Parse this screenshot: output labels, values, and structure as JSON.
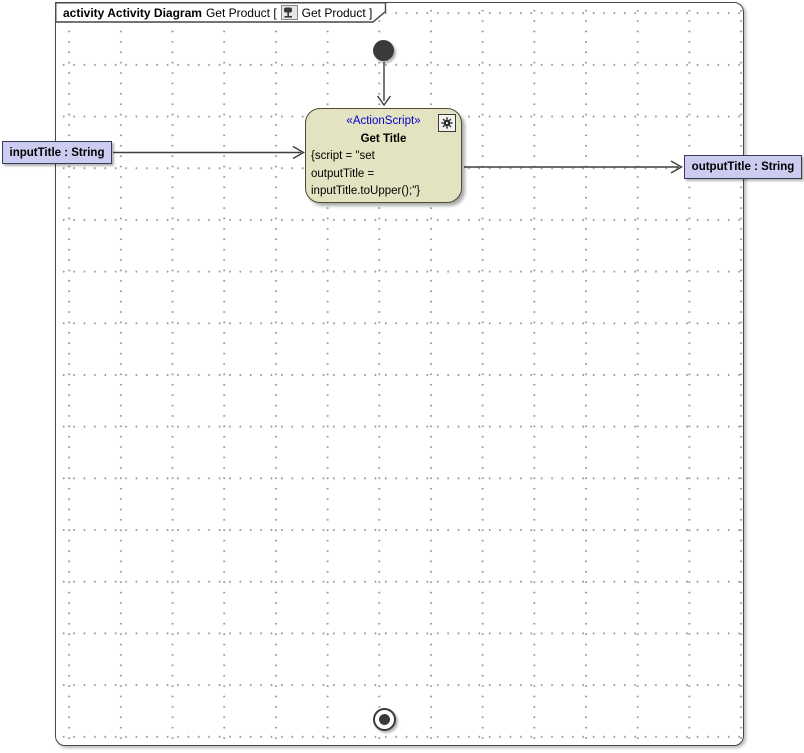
{
  "tab": {
    "bold_label": "activity Activity Diagram",
    "context_label": "Get Product [",
    "diagram_label": "Get Product ]"
  },
  "action": {
    "stereotype": "«ActionScript»",
    "name": "Get Title",
    "script_lines": [
      "{script = \"set",
      "outputTitle =",
      "inputTitle.toUpper();\"}"
    ]
  },
  "parameters": {
    "input_label": "inputTitle : String",
    "output_label": "outputTitle : String"
  },
  "icons": {
    "tab_icon": "activity-diagram-icon",
    "action_icon": "gear-icon"
  },
  "colors": {
    "action_fill": "#e3e3c1",
    "action_border": "#4c4c38",
    "param_fill": "#ccccf0",
    "param_border": "#39395c",
    "stereotype_text": "#0000cc",
    "node_fill": "#3a3a3a",
    "frame_border": "#474747",
    "grid_dot": "#9a9a9a"
  }
}
